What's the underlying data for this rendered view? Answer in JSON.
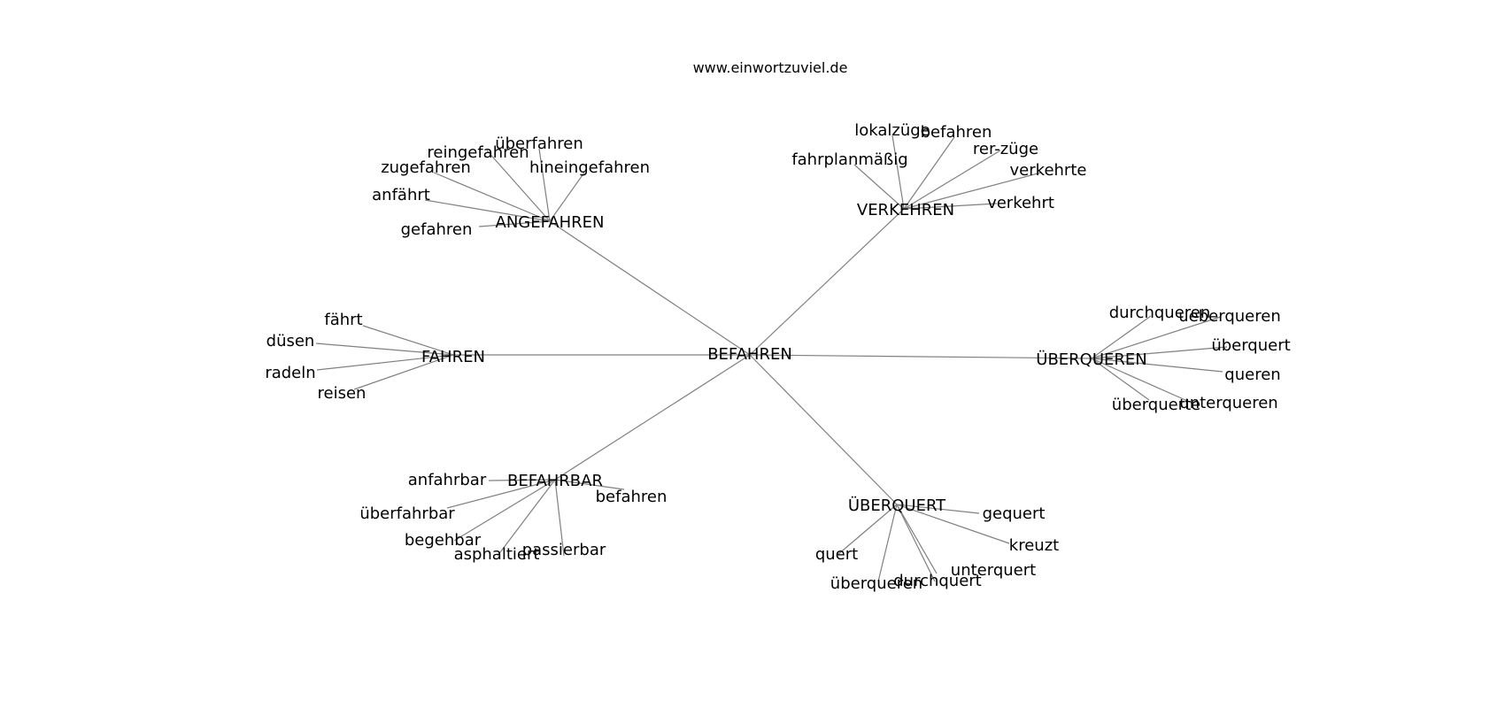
{
  "title": "www.einwortzuviel.de",
  "edge_color": "#808080",
  "root": "BEFAHREN",
  "groups": [
    {
      "hub": "ANGEFAHREN",
      "leaves": [
        "überfahren",
        "reingefahren",
        "hineingefahren",
        "zugefahren",
        "anfährt",
        "gefahren"
      ]
    },
    {
      "hub": "VERKEHREN",
      "leaves": [
        "lokalzüge",
        "befahren",
        "fahrplanmäßig",
        "rer-züge",
        "verkehrte",
        "verkehrt"
      ]
    },
    {
      "hub": "FAHREN",
      "leaves": [
        "fährt",
        "düsen",
        "radeln",
        "reisen"
      ]
    },
    {
      "hub": "ÜBERQUEREN",
      "leaves": [
        "durchqueren",
        "ueberqueren",
        "überquert",
        "queren",
        "überquerte",
        "unterqueren"
      ]
    },
    {
      "hub": "BEFAHRBAR",
      "leaves": [
        "anfahrbar",
        "befahren",
        "überfahrbar",
        "begehbar",
        "asphaltiert",
        "passierbar"
      ]
    },
    {
      "hub": "ÜBERQUERT",
      "leaves": [
        "gequert",
        "kreuzt",
        "quert",
        "unterquert",
        "überqueren",
        "durchquert"
      ]
    }
  ]
}
